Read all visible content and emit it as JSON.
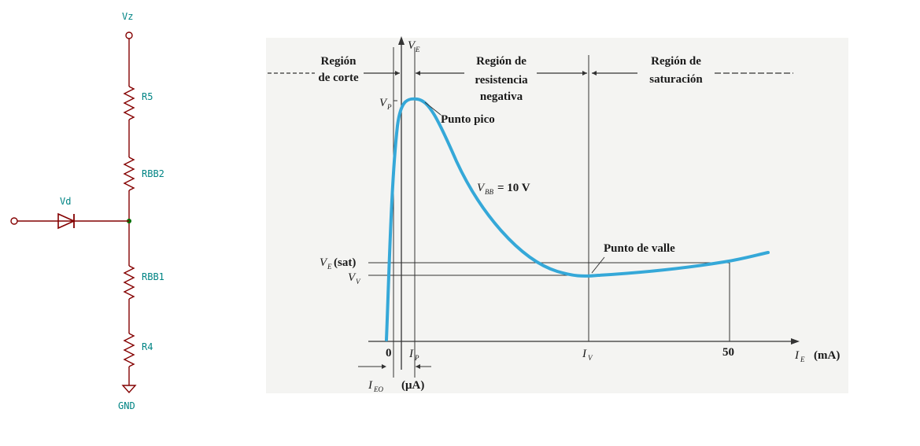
{
  "schematic": {
    "vz_label": "Vz",
    "r5_label": "R5",
    "rbb2_label": "RBB2",
    "vd_label": "Vd",
    "rbb1_label": "RBB1",
    "r4_label": "R4",
    "gnd_label": "GND",
    "wire_color": "#840000",
    "label_color": "#008484"
  },
  "graph": {
    "axis_y_label": "V",
    "axis_y_sub": "E",
    "axis_x_label": "I",
    "axis_x_sub": "E",
    "axis_x_unit": "(mA)",
    "region_cut_line1": "Región",
    "region_cut_line2": "de corte",
    "region_neg_line1": "Región de",
    "region_neg_line2": "resistencia",
    "region_neg_line3": "negativa",
    "region_sat_line1": "Región de",
    "region_sat_line2": "saturación",
    "vp_label": "V",
    "vp_sub": "P",
    "peak_label": "Punto pico",
    "vbb_label": "V",
    "vbb_sub": "BB",
    "vbb_value": "= 10 V",
    "valley_label": "Punto de valle",
    "vesat_label": "V",
    "vesat_sub": "E",
    "vesat_suffix": "(sat)",
    "vv_label": "V",
    "vv_sub": "V",
    "tick_zero": "0",
    "ip_label": "I",
    "ip_sub": "P",
    "iv_label": "I",
    "iv_sub": "V",
    "tick_50": "50",
    "ieo_label": "I",
    "ieo_sub": "EO",
    "ua_label": "(μA)",
    "curve_color": "#35a8d8",
    "background": "#f4f4f2"
  }
}
